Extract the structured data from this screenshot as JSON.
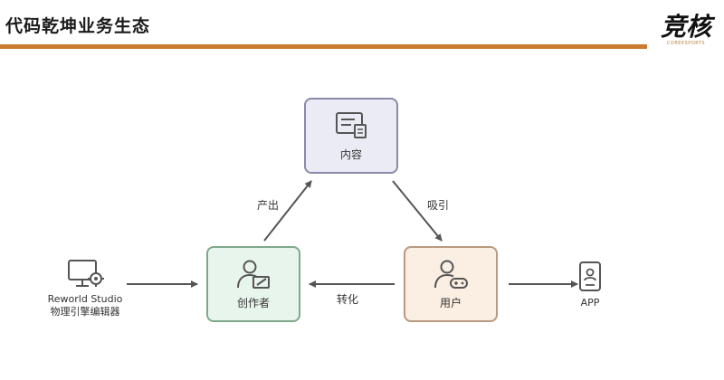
{
  "header": {
    "title": "代码乾坤业务生态",
    "logo_text": "竞核",
    "logo_subtext": "COREESPORTS"
  },
  "nodes": {
    "content": {
      "label": "内容",
      "icon": "document-icon"
    },
    "creator": {
      "label": "创作者",
      "icon": "person-edit-icon"
    },
    "user": {
      "label": "用户",
      "icon": "person-gamepad-icon"
    }
  },
  "edges": {
    "creator_to_content": "产出",
    "content_to_user": "吸引",
    "user_to_creator": "转化"
  },
  "external": {
    "studio_line1": "Reworld Studio",
    "studio_line2": "物理引擎编辑器",
    "app_label": "APP"
  }
}
